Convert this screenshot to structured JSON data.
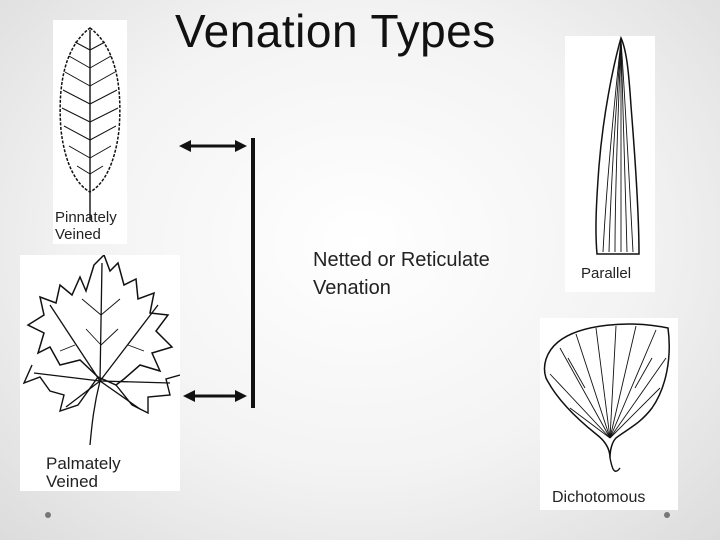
{
  "slide": {
    "title": "Venation Types",
    "body_text": "Netted or Reticulate\nVenation"
  },
  "figures": {
    "pinnate": {
      "label_line1": "Pinnately",
      "label_line2": "Veined"
    },
    "palmate": {
      "label_line1": "Palmately",
      "label_line2": "Veined"
    },
    "parallel": {
      "label": "Parallel"
    },
    "dichotomous": {
      "label": "Dichotomous"
    }
  }
}
